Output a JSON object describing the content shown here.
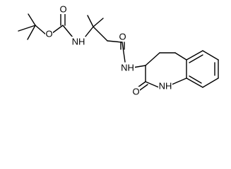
{
  "atom_labels": {
    "carbamate_ether_oxygen": "O",
    "carbamate_carbonyl_oxygen": "O",
    "carbamate_nh": "NH",
    "butanamide_carbonyl_oxygen": "O",
    "amide_nh": "NH",
    "lactam_carbonyl_oxygen": "O",
    "ring_nh": "NH"
  },
  "colors": {
    "bond": "#000000",
    "label": "#000000",
    "background": "#ffffff"
  }
}
